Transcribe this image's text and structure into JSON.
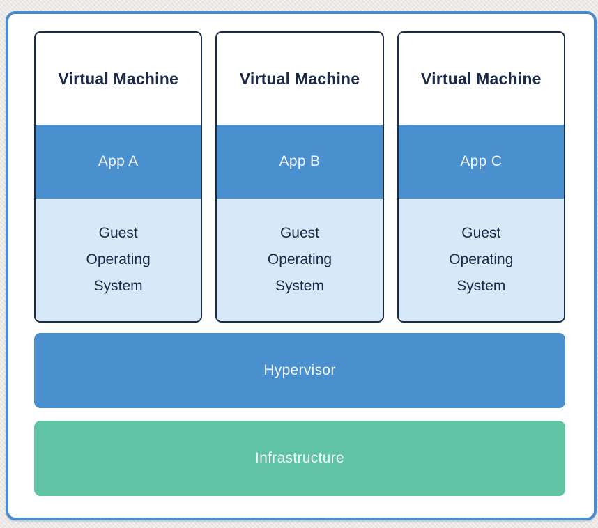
{
  "diagram": {
    "vms": [
      {
        "title": "Virtual Machine",
        "app_label": "App A",
        "guest_os_label": "Guest Operating System"
      },
      {
        "title": "Virtual Machine",
        "app_label": "App B",
        "guest_os_label": "Guest Operating System"
      },
      {
        "title": "Virtual Machine",
        "app_label": "App C",
        "guest_os_label": "Guest Operating System"
      }
    ],
    "hypervisor": {
      "label": "Hypervisor"
    },
    "infrastructure": {
      "label": "Infrastructure"
    },
    "colors": {
      "page_background": "#eae8e5",
      "card_background": "#ffffff",
      "card_border": "#4a8ccd",
      "vm_border": "#1b2a48",
      "vm_title_text": "#1b2a48",
      "app_band_background": "#4a90cf",
      "guest_os_background": "#d7e8f8",
      "guest_os_text": "#1b2a48",
      "hypervisor_background": "#4a90cf",
      "infrastructure_background": "#5fc3a4",
      "light_text": "#f0f5fa"
    }
  }
}
